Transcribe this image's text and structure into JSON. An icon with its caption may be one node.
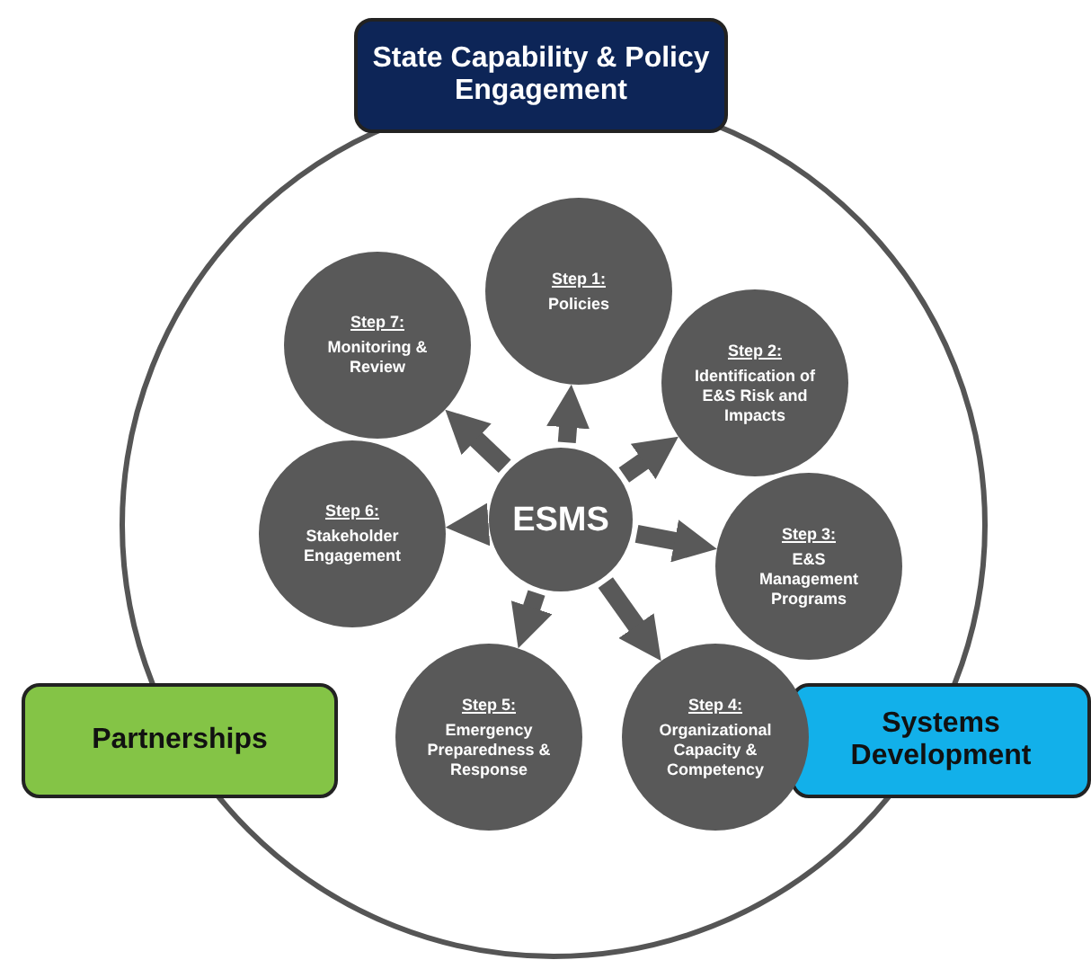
{
  "diagram": {
    "nodes": [
      {
        "text": [
          "State Capability & Policy Engagement"
        ]
      },
      {
        "text": [
          "Partnerships"
        ]
      },
      {
        "text": [
          "Systems Development"
        ]
      },
      {
        "text": [
          "ESMS"
        ]
      },
      {
        "text": [
          "Step 1:",
          "Policies"
        ]
      },
      {
        "text": [
          "Step 2:",
          "Identification of E&S Risk and Impacts"
        ]
      },
      {
        "text": [
          "Step 3:",
          "E&S Management Programs"
        ]
      },
      {
        "text": [
          "Step 4:",
          "Organizational Capacity & Competency"
        ]
      },
      {
        "text": [
          "Step 5:",
          "Emergency Preparedness & Response"
        ]
      },
      {
        "text": [
          "Step 6:",
          "Stakeholder Engagement"
        ]
      },
      {
        "text": [
          "Step 7:",
          "Monitoring & Review"
        ]
      }
    ],
    "edges": [
      {
        "from": 3,
        "to": 4,
        "arrow": "to"
      },
      {
        "from": 3,
        "to": 5,
        "arrow": "to"
      },
      {
        "from": 3,
        "to": 6,
        "arrow": "to"
      },
      {
        "from": 3,
        "to": 7,
        "arrow": "to"
      },
      {
        "from": 3,
        "to": 8,
        "arrow": "to"
      },
      {
        "from": 3,
        "to": 9,
        "arrow": "to"
      },
      {
        "from": 3,
        "to": 10,
        "arrow": "to"
      }
    ]
  }
}
